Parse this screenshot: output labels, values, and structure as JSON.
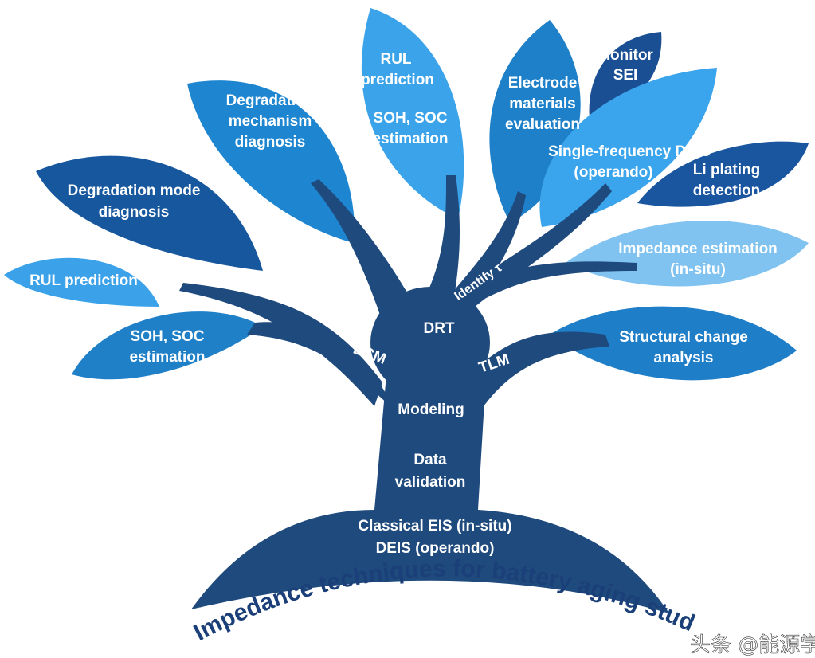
{
  "title": "Impedance techniques for battery aging study",
  "watermark": "头条 @能源学人",
  "trunk": {
    "base_line1": "Classical  EIS (in-situ)",
    "base_line2": "DEIS (operando)",
    "data_validation_1": "Data",
    "data_validation_2": "validation",
    "modeling": "Modeling",
    "ecm": "ECM",
    "drt": "DRT",
    "tlm": "TLM",
    "identify": "Identify τ"
  },
  "leaves": [
    {
      "lines": [
        "Degradation mode",
        "diagnosis"
      ],
      "color": "#17579e"
    },
    {
      "lines": [
        "RUL prediction"
      ],
      "color": "#3ba2ea"
    },
    {
      "lines": [
        "SOH, SOC",
        "estimation"
      ],
      "color": "#1f80c8"
    },
    {
      "lines": [
        "Degradation",
        "mechanism",
        "diagnosis"
      ],
      "color": "#1e86d0"
    },
    {
      "lines": [
        "RUL",
        "prediction",
        "SOH, SOC",
        "estimation"
      ],
      "color": "#3ba3ea"
    },
    {
      "lines": [
        "Electrode",
        "materials",
        "evaluation"
      ],
      "color": "#1e80c8"
    },
    {
      "lines": [
        "Monitor",
        "SEI"
      ],
      "color": "#1a4f94"
    },
    {
      "lines": [
        "Single-frequency DEIS",
        "(operando)"
      ],
      "color": "#3aa4ec"
    },
    {
      "lines": [
        "Li plating",
        "detection"
      ],
      "color": "#1a55a0"
    },
    {
      "lines": [
        "Impedance estimation",
        "(in-situ)"
      ],
      "color": "#80c2f0"
    },
    {
      "lines": [
        "Structural change",
        "analysis"
      ],
      "color": "#1f7ec8"
    }
  ],
  "trunk_color": "#1f4a7d"
}
